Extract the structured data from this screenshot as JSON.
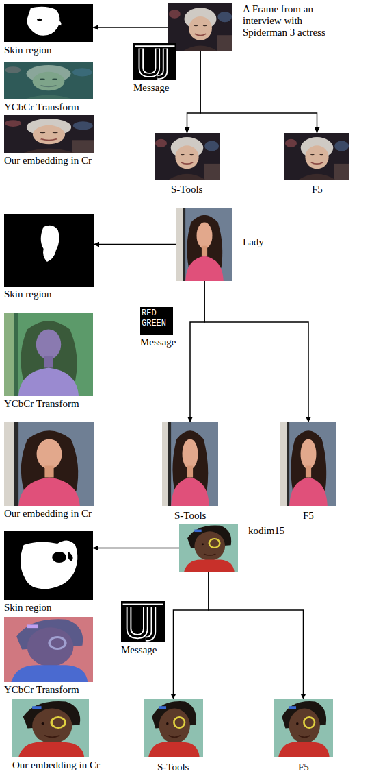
{
  "diagram": {
    "nodes": [
      {
        "text": [
          "A Frame from an interview with Spiderman 3 actress"
        ]
      },
      {
        "text": [
          "Skin region"
        ]
      },
      {
        "text": [
          "Message"
        ]
      },
      {
        "text": [
          "YCbCr Transform"
        ]
      },
      {
        "text": [
          "Our embedding in Cr"
        ]
      },
      {
        "text": [
          "S-Tools"
        ]
      },
      {
        "text": [
          "F5"
        ]
      },
      {
        "text": [
          "Lady"
        ]
      },
      {
        "text": [
          "Skin region"
        ]
      },
      {
        "text": [
          "Message"
        ]
      },
      {
        "text": [
          "YCbCr Transform"
        ]
      },
      {
        "text": [
          "Our embedding in Cr"
        ]
      },
      {
        "text": [
          "S-Tools"
        ]
      },
      {
        "text": [
          "F5"
        ]
      },
      {
        "text": [
          "kodim15"
        ]
      },
      {
        "text": [
          "Skin region"
        ]
      },
      {
        "text": [
          "Message"
        ]
      },
      {
        "text": [
          "YCbCr Transform"
        ]
      },
      {
        "text": [
          "Our embedding in Cr"
        ]
      },
      {
        "text": [
          "S-Tools"
        ]
      },
      {
        "text": [
          "F5"
        ]
      }
    ],
    "edges": [
      {
        "from": 0,
        "to": 1,
        "arrow": "to"
      },
      {
        "from": 0,
        "to": 5,
        "arrow": "to"
      },
      {
        "from": 0,
        "to": 6,
        "arrow": "to"
      },
      {
        "from": 7,
        "to": 8,
        "arrow": "to"
      },
      {
        "from": 7,
        "to": 12,
        "arrow": "to"
      },
      {
        "from": 7,
        "to": 13,
        "arrow": "to"
      },
      {
        "from": 14,
        "to": 15,
        "arrow": "to"
      },
      {
        "from": 14,
        "to": 19,
        "arrow": "to"
      },
      {
        "from": 14,
        "to": 20,
        "arrow": "to"
      }
    ],
    "labels": [
      "RED",
      "GREEN"
    ]
  }
}
